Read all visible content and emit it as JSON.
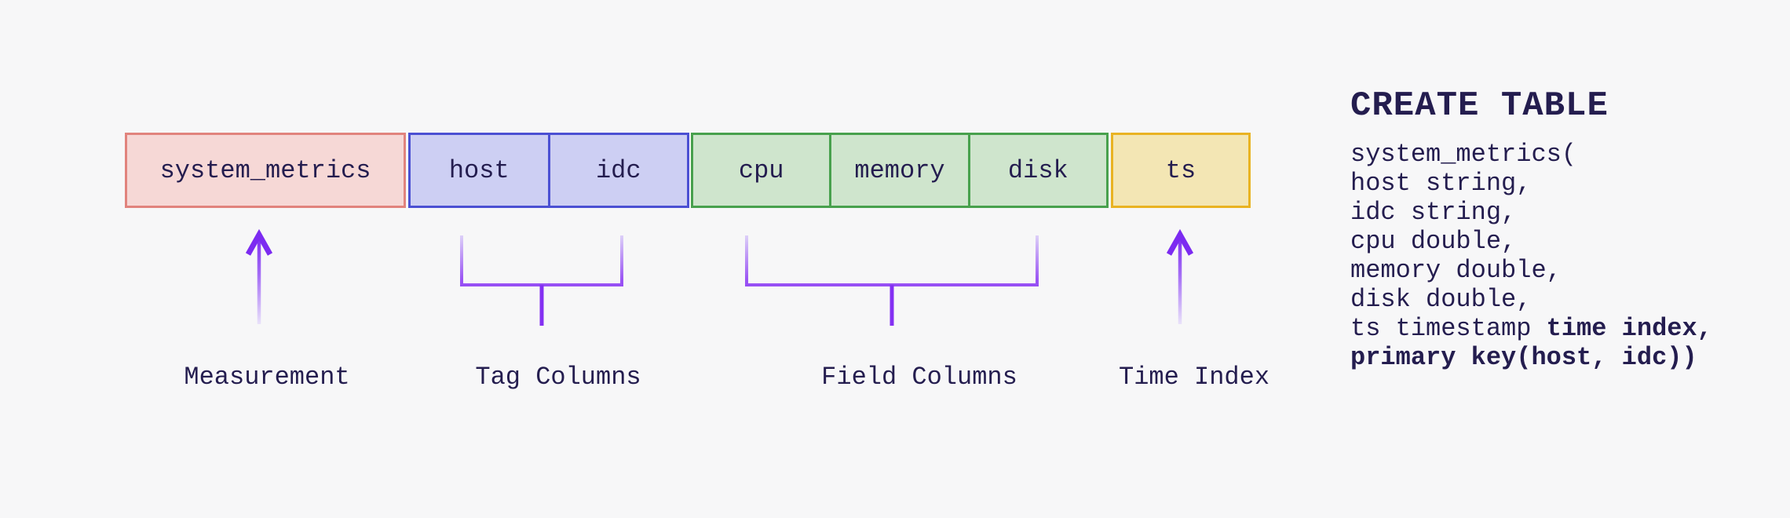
{
  "colors": {
    "background": "#f7f7f8",
    "text": "#241d4f",
    "measurement_fill": "#f6d8d6",
    "measurement_border": "#e1837d",
    "tag_fill": "#cdcff3",
    "tag_border": "#4b50d3",
    "field_fill": "#cfe5cd",
    "field_border": "#48a14d",
    "time_fill": "#f3e6b4",
    "time_border": "#e9b322",
    "annotation_purple": "#7c2bf1",
    "annotation_purple_light": "#e9e2fa"
  },
  "boxes": {
    "measurement": {
      "cells": [
        {
          "label": "system_metrics"
        }
      ]
    },
    "tags": {
      "cells": [
        {
          "label": "host"
        },
        {
          "label": "idc"
        }
      ]
    },
    "fields": {
      "cells": [
        {
          "label": "cpu"
        },
        {
          "label": "memory"
        },
        {
          "label": "disk"
        }
      ]
    },
    "time": {
      "cells": [
        {
          "label": "ts"
        }
      ]
    }
  },
  "labels": {
    "measurement": "Measurement",
    "tags": "Tag Columns",
    "fields": "Field Columns",
    "time": "Time Index"
  },
  "sql": {
    "heading": "CREATE TABLE",
    "lines": [
      {
        "plain": "system_metrics(",
        "bold": ""
      },
      {
        "plain": "host string,",
        "bold": ""
      },
      {
        "plain": "idc string,",
        "bold": ""
      },
      {
        "plain": "cpu double,",
        "bold": ""
      },
      {
        "plain": "memory double,",
        "bold": ""
      },
      {
        "plain": "disk double,",
        "bold": ""
      },
      {
        "plain": "ts timestamp ",
        "bold": "time index,"
      },
      {
        "plain": "",
        "bold": "primary key(host, idc))"
      }
    ]
  }
}
